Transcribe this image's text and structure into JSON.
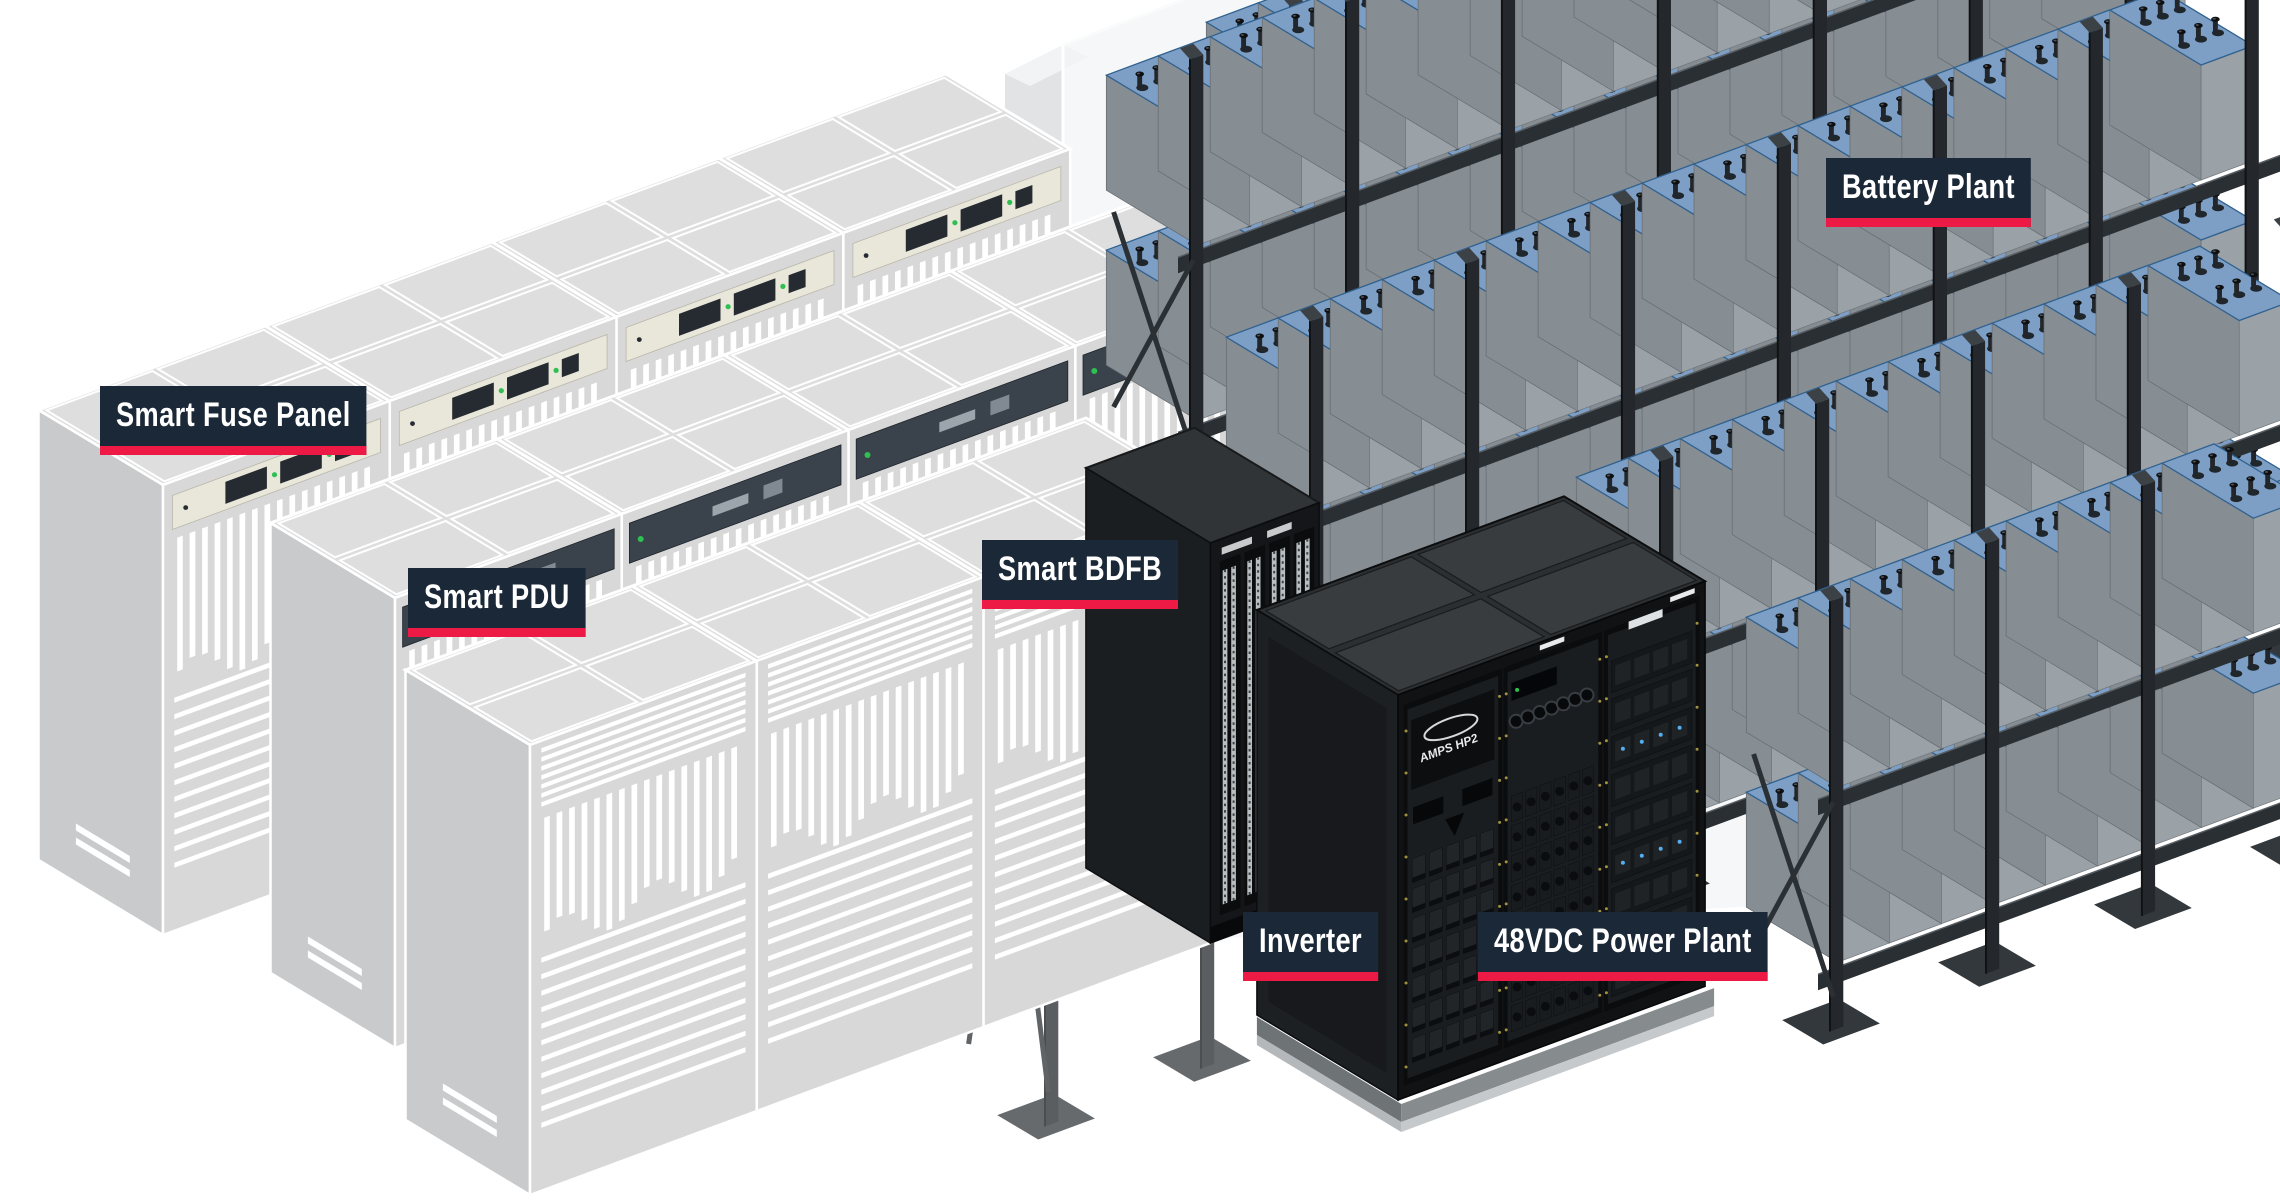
{
  "figure": {
    "type": "isometric-dc-power-infographic",
    "background": "#ffffff"
  },
  "labels": {
    "smart_fuse_panel": "Smart Fuse Panel",
    "smart_pdu": "Smart PDU",
    "smart_bdfb": "Smart BDFB",
    "battery_plant": "Battery Plant",
    "inverter": "Inverter",
    "power_plant": "48VDC Power Plant"
  },
  "branding": {
    "power_plant_logo": "AMPS HP2"
  },
  "colors": {
    "label_bg": "#1a2837",
    "label_underline": "#ee1a46",
    "label_text": "#ffffff",
    "cabinet_body": "#d8d8d8",
    "cabinet_top": "#dedede",
    "cabinet_side": "#c9cacb",
    "cabinet_line": "#ffffff",
    "strip_beige": "#e9e6da",
    "strip_dark": "#3a424c",
    "led_green": "#2fbf53",
    "battery_body": "#9aa1a7",
    "battery_side": "#868d93",
    "battery_top": "#7e9fc5",
    "battery_top_edge": "#30618f",
    "steel": "#2a2f33",
    "steel_light": "#575e64",
    "dark_rack": "#141619",
    "dark_rack_top": "#303437",
    "power_plant_body": "#101214",
    "power_plant_top": "#383c3f",
    "wall": "#eff1f2",
    "wall_side": "#e1e3e4",
    "plinth": "#868b8e"
  }
}
